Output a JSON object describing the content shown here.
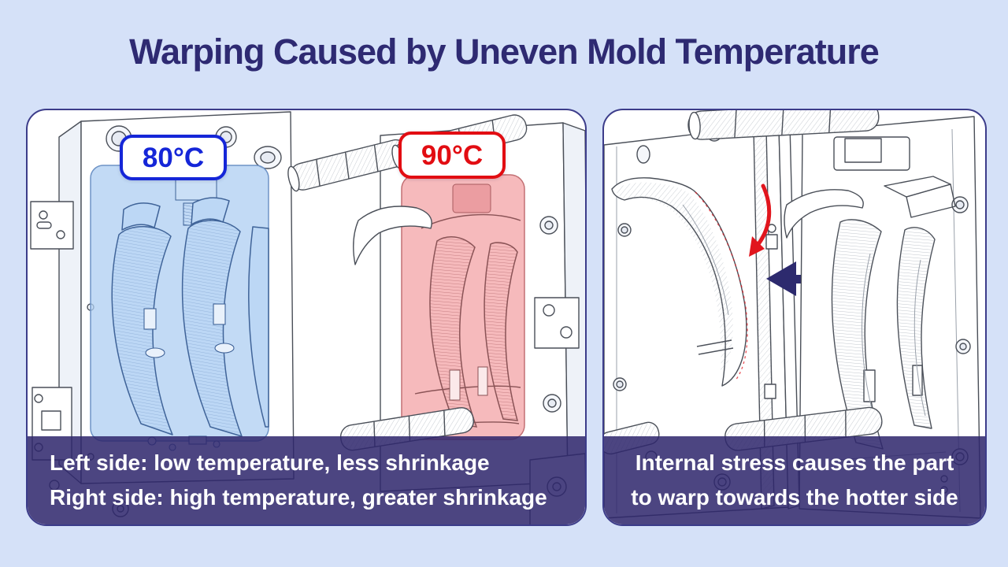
{
  "title": "Warping Caused by Uneven Mold Temperature",
  "colors": {
    "page_bg": "#d5e1f8",
    "title_text": "#2e2a72",
    "panel_bg": "#ffffff",
    "panel_border": "#3c3c8a",
    "overlay_bg": "rgba(46,39,108,0.86)",
    "caption_text": "#ffffff",
    "cold_accent": "#1526d8",
    "hot_accent": "#e20d12",
    "cold_fill": "#aecdf1",
    "cold_part_fill": "#bcd7f5",
    "cold_line": "#3f6398",
    "hot_fill": "#f2a0a2",
    "hot_line": "#8a5356",
    "arrow_navy": "#2d2a6e",
    "arrow_red": "#e1151d",
    "sketch_line": "#4a4f58"
  },
  "panels": {
    "left": {
      "badge_cold": "80°C",
      "badge_hot": "90°C",
      "caption_lines": [
        "Left side: low temperature, less shrinkage",
        "Right side: high temperature, greater shrinkage"
      ]
    },
    "right": {
      "caption_lines": [
        "Internal stress causes the part",
        "to warp towards the hotter side"
      ]
    }
  }
}
